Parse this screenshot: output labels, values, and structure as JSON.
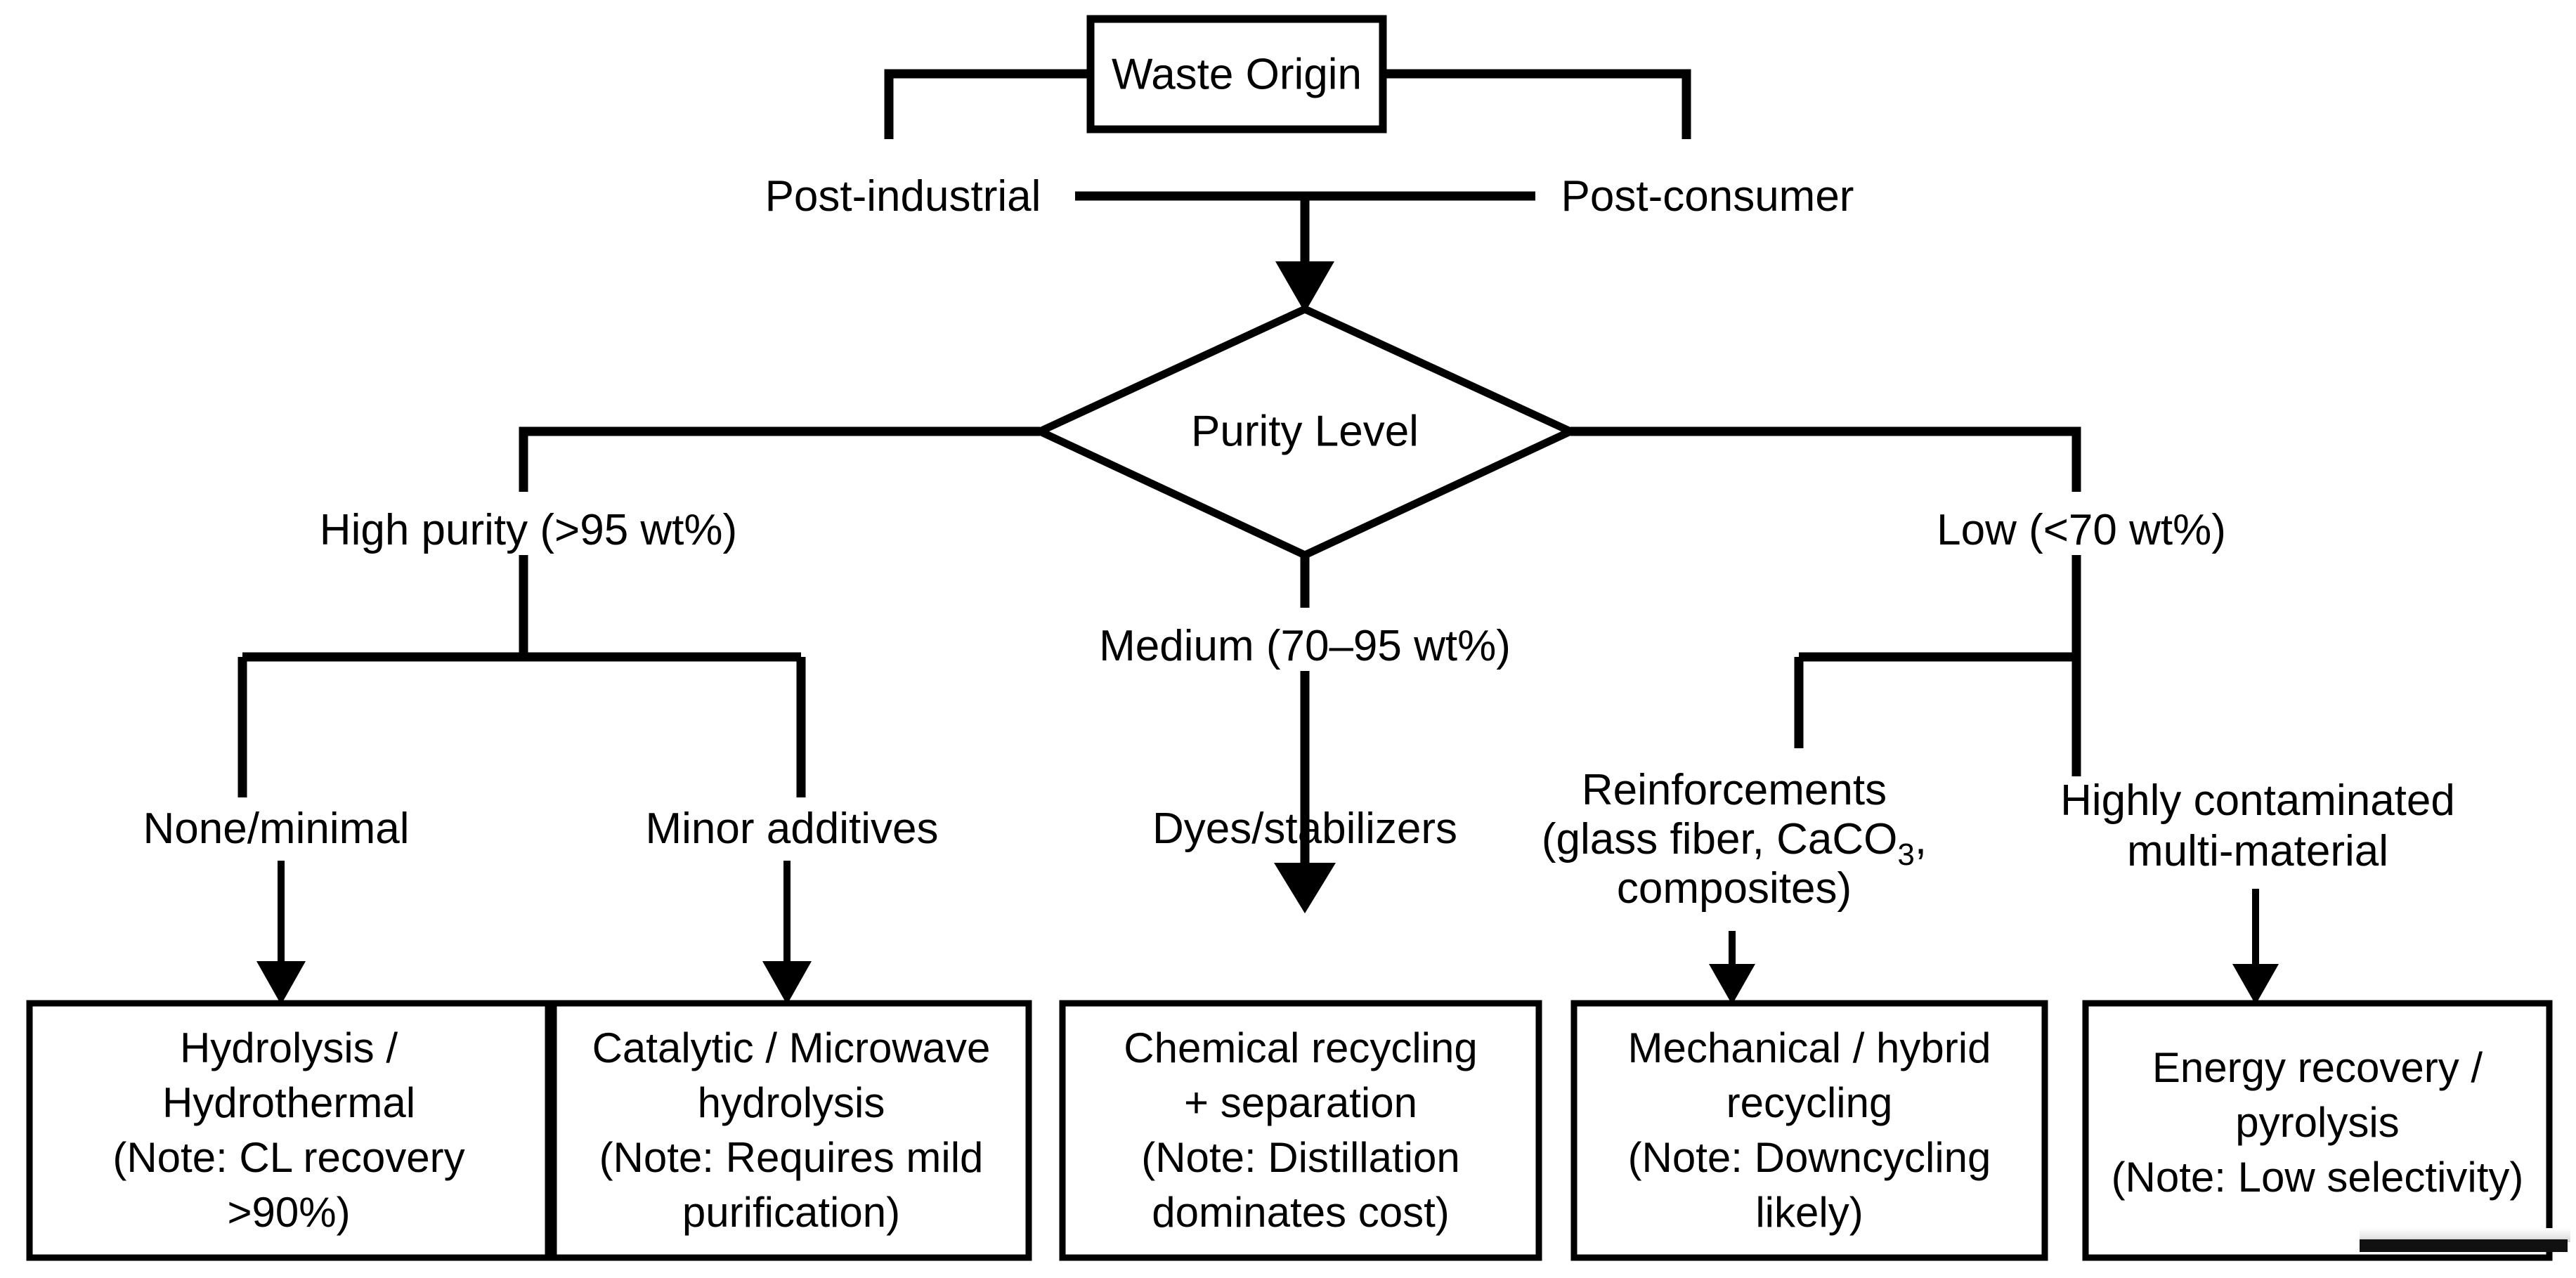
{
  "diagram": {
    "title_node": "Waste Origin",
    "decision_node": "Purity Level",
    "origin_branches": {
      "left": "Post-industrial",
      "right": "Post-consumer"
    },
    "purity_branches": {
      "high": "High purity (>95 wt%)",
      "medium": "Medium (70–95 wt%)",
      "low": "Low (<70 wt%)"
    },
    "sub_branches": {
      "high_left": "None/minimal",
      "high_right": "Minor additives",
      "medium": "Dyes/stabilizers",
      "low_left_line1": "Reinforcements",
      "low_left_line2": "(glass fiber, CaCO",
      "low_left_sub": "3",
      "low_left_line2b": ",",
      "low_left_line3": "composites)",
      "low_right_line1": "Highly contaminated",
      "low_right_line2": "multi-material"
    },
    "outcome_boxes": [
      {
        "name": "hydrolysis-hydrothermal",
        "lines": [
          "Hydrolysis /",
          "Hydrothermal",
          "(Note: CL recovery",
          ">90%)"
        ]
      },
      {
        "name": "catalytic-microwave-hydrolysis",
        "lines": [
          "Catalytic / Microwave",
          "hydrolysis",
          "(Note: Requires mild",
          "purification)"
        ]
      },
      {
        "name": "chemical-recycling-separation",
        "lines": [
          "Chemical recycling",
          "+ separation",
          "(Note: Distillation",
          "dominates cost)"
        ]
      },
      {
        "name": "mechanical-hybrid-recycling",
        "lines": [
          "Mechanical / hybrid",
          "recycling",
          "(Note: Downcycling",
          "likely)"
        ]
      },
      {
        "name": "energy-recovery-pyrolysis",
        "lines": [
          "Energy recovery /",
          "pyrolysis",
          "(Note: Low selectivity)"
        ]
      }
    ],
    "colors": {
      "stroke": "#000000",
      "fill": "#ffffff",
      "background": "#ffffff"
    }
  }
}
